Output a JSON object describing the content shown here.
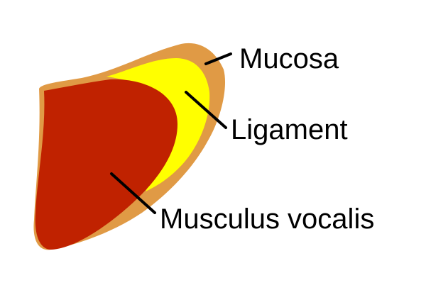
{
  "labels": {
    "mucosa": "Mucosa",
    "ligament": "Ligament",
    "musculus_vocalis": "Musculus vocalis"
  },
  "colors": {
    "mucosa": "#E09A45",
    "ligament": "#FFFF00",
    "musculus_vocalis": "#C02200",
    "background": "#FFFFFF",
    "line": "#000000"
  }
}
